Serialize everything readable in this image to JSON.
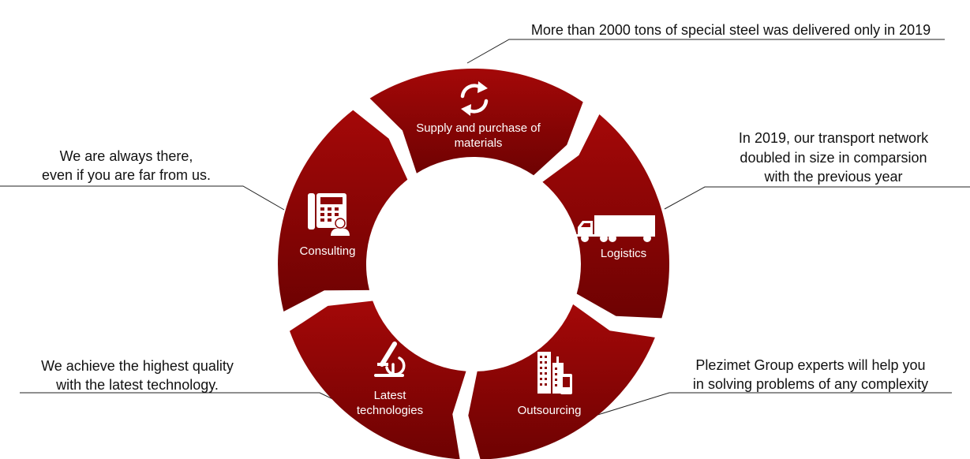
{
  "colors": {
    "accent": "#b00a0a",
    "accent_dark": "#780303",
    "leader": "#222222",
    "text": "#111111"
  },
  "segments": [
    {
      "key": "supply",
      "label": "Supply and purchase of materials",
      "icon": "recycle-arrows-icon"
    },
    {
      "key": "logistics",
      "label": "Logistics",
      "icon": "truck-icon"
    },
    {
      "key": "outsourcing",
      "label": "Outsourcing",
      "icon": "buildings-phone-icon"
    },
    {
      "key": "latest",
      "label": "Latest technologies",
      "icon": "microscope-icon"
    },
    {
      "key": "consulting",
      "label": "Consulting",
      "icon": "office-phone-person-icon"
    }
  ],
  "notes": {
    "supply": "More than 2000 tons of special steel was delivered only in 2019",
    "logistics_1": "In 2019, our transport network",
    "logistics_2": "doubled in size in comparsion",
    "logistics_3": "with the previous year",
    "outsourcing_1": "Plezimet Group experts will help you",
    "outsourcing_2": "in solving problems of any complexity",
    "latest_1": "We achieve the highest quality",
    "latest_2": "with the latest technology.",
    "consulting_1": "We are always there,",
    "consulting_2": "even if you are far from us."
  }
}
